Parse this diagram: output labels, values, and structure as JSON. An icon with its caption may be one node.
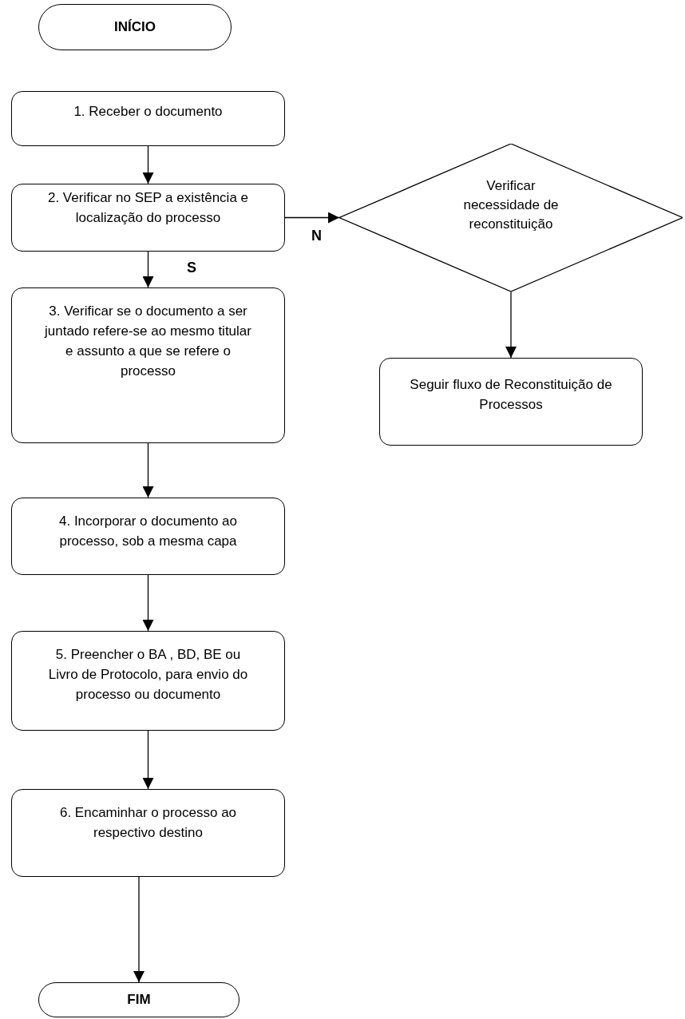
{
  "diagram": {
    "nodes": [
      {
        "text": [
          "INÍCIO"
        ]
      },
      {
        "text": [
          "1. Receber o documento"
        ]
      },
      {
        "text": [
          "2. Verificar no SEP a existência e localização do processo"
        ]
      },
      {
        "text": [
          "Verificar necessidade de reconstituição"
        ]
      },
      {
        "text": [
          "3. Verificar se o documento a ser juntado refere-se ao mesmo titular e assunto a que se refere o processo"
        ]
      },
      {
        "text": [
          "Seguir fluxo de Reconstituição de Processos"
        ]
      },
      {
        "text": [
          "4. Incorporar o documento ao processo, sob a mesma capa"
        ]
      },
      {
        "text": [
          "5. Preencher o BA , BD, BE ou Livro de Protocolo, para envio do processo ou documento"
        ]
      },
      {
        "text": [
          "6. Encaminhar o processo ao respectivo destino"
        ]
      },
      {
        "text": [
          "FIM"
        ]
      }
    ],
    "edges": [
      {
        "from": 1,
        "to": 2,
        "arrow": "to"
      },
      {
        "from": 2,
        "to": 3,
        "label": "N",
        "arrow": "to"
      },
      {
        "from": 2,
        "to": 4,
        "label": "S",
        "arrow": "to"
      },
      {
        "from": 3,
        "to": 5,
        "arrow": "to"
      },
      {
        "from": 4,
        "to": 6,
        "arrow": "to"
      },
      {
        "from": 6,
        "to": 7,
        "arrow": "to"
      },
      {
        "from": 7,
        "to": 8,
        "arrow": "to"
      },
      {
        "from": 8,
        "to": 9,
        "arrow": "to"
      }
    ]
  }
}
